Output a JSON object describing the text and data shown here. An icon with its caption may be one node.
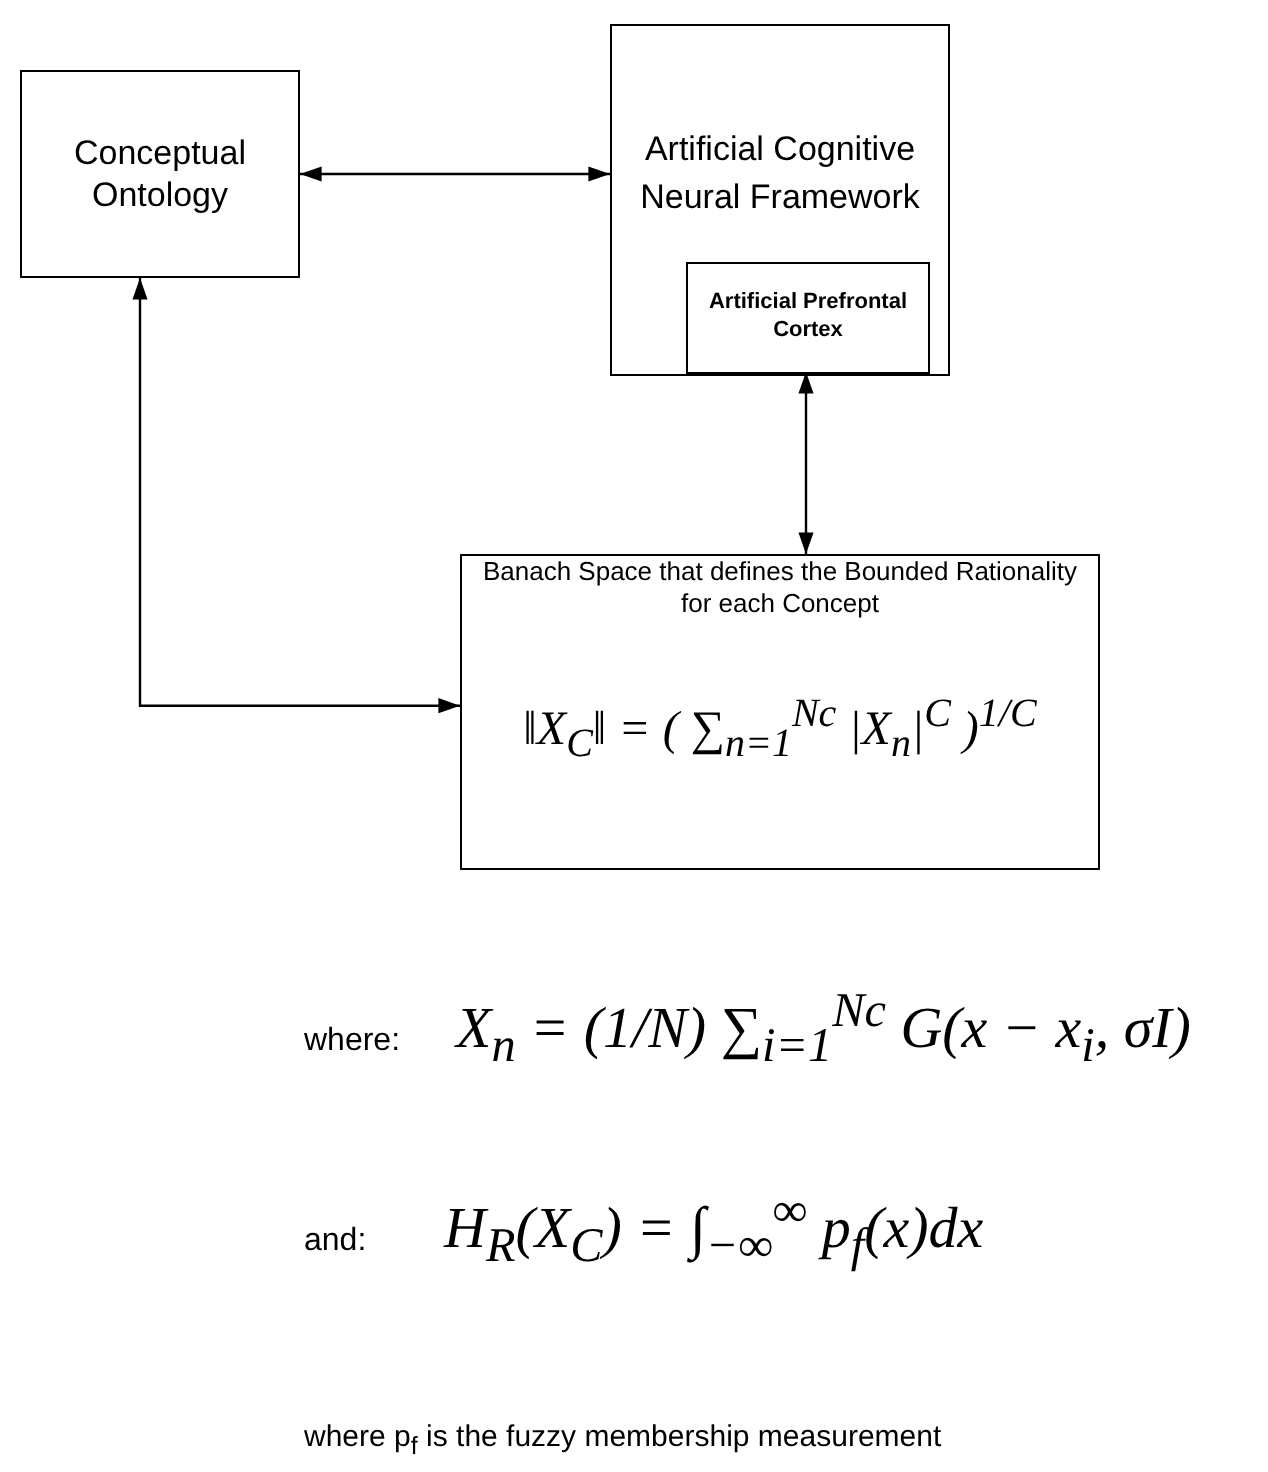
{
  "diagram": {
    "nodes": [
      {
        "text": [
          "Conceptual Ontology"
        ]
      },
      {
        "text": [
          "Artificial Cognitive Neural Framework"
        ]
      },
      {
        "text": [
          "Artificial Prefrontal Cortex"
        ],
        "in": 1
      },
      {
        "text": [
          "Banach Space that defines the Bounded Rationality for each Concept",
          "‖X$_{C}$‖ = ( ∑$_{n=1}$$^{Nc}$ |X$_{n}$|$^{C}$ )$^{1/C}$"
        ]
      }
    ],
    "edges": [
      {
        "from": 0,
        "to": 1,
        "arrow": "both"
      },
      {
        "from": 2,
        "to": 3,
        "arrow": "both"
      },
      {
        "from": 0,
        "to": 3,
        "arrow": "both"
      }
    ],
    "labels": [
      "where:",
      "X$_{n}$ = (1/N) ∑$_{i=1}$$^{Nc}$ G(x − x$_{i}$, σI)",
      "and:",
      "H$_{R}$(X$_{C}$) = ∫$_{−∞}$$^{∞}$ p$_{f}$(x)dx",
      "where p$_{f}$ is the fuzzy membership measurement"
    ]
  }
}
